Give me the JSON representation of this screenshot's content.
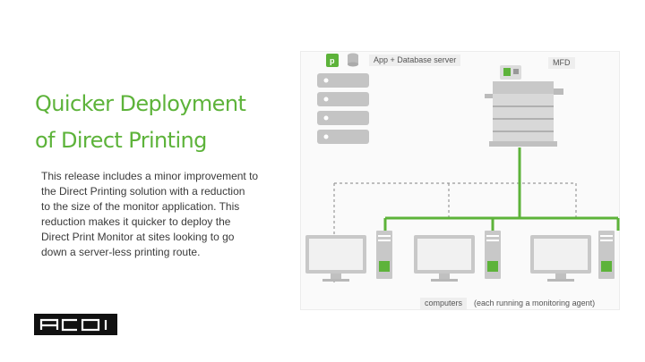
{
  "slide": {
    "title_lines": [
      "Quicker Deployment",
      "of Direct Printing"
    ],
    "body_lines": [
      "This release includes a minor improvement to",
      "the Direct Printing solution with a reduction",
      "to the size of the monitor application. This",
      "reduction makes it quicker to deploy the",
      "Direct Print Monitor at sites looking to go",
      "down a server-less printing route."
    ]
  },
  "logo": {
    "text": "ACDI"
  },
  "diagram": {
    "server_label": "App + Database server",
    "mfd_label": "MFD",
    "computers_label": "computers",
    "computers_note": "(each running a monitoring agent)"
  },
  "colors": {
    "accent": "#5db33a",
    "dashed_line": "#999999",
    "text": "#3a3a3a"
  }
}
